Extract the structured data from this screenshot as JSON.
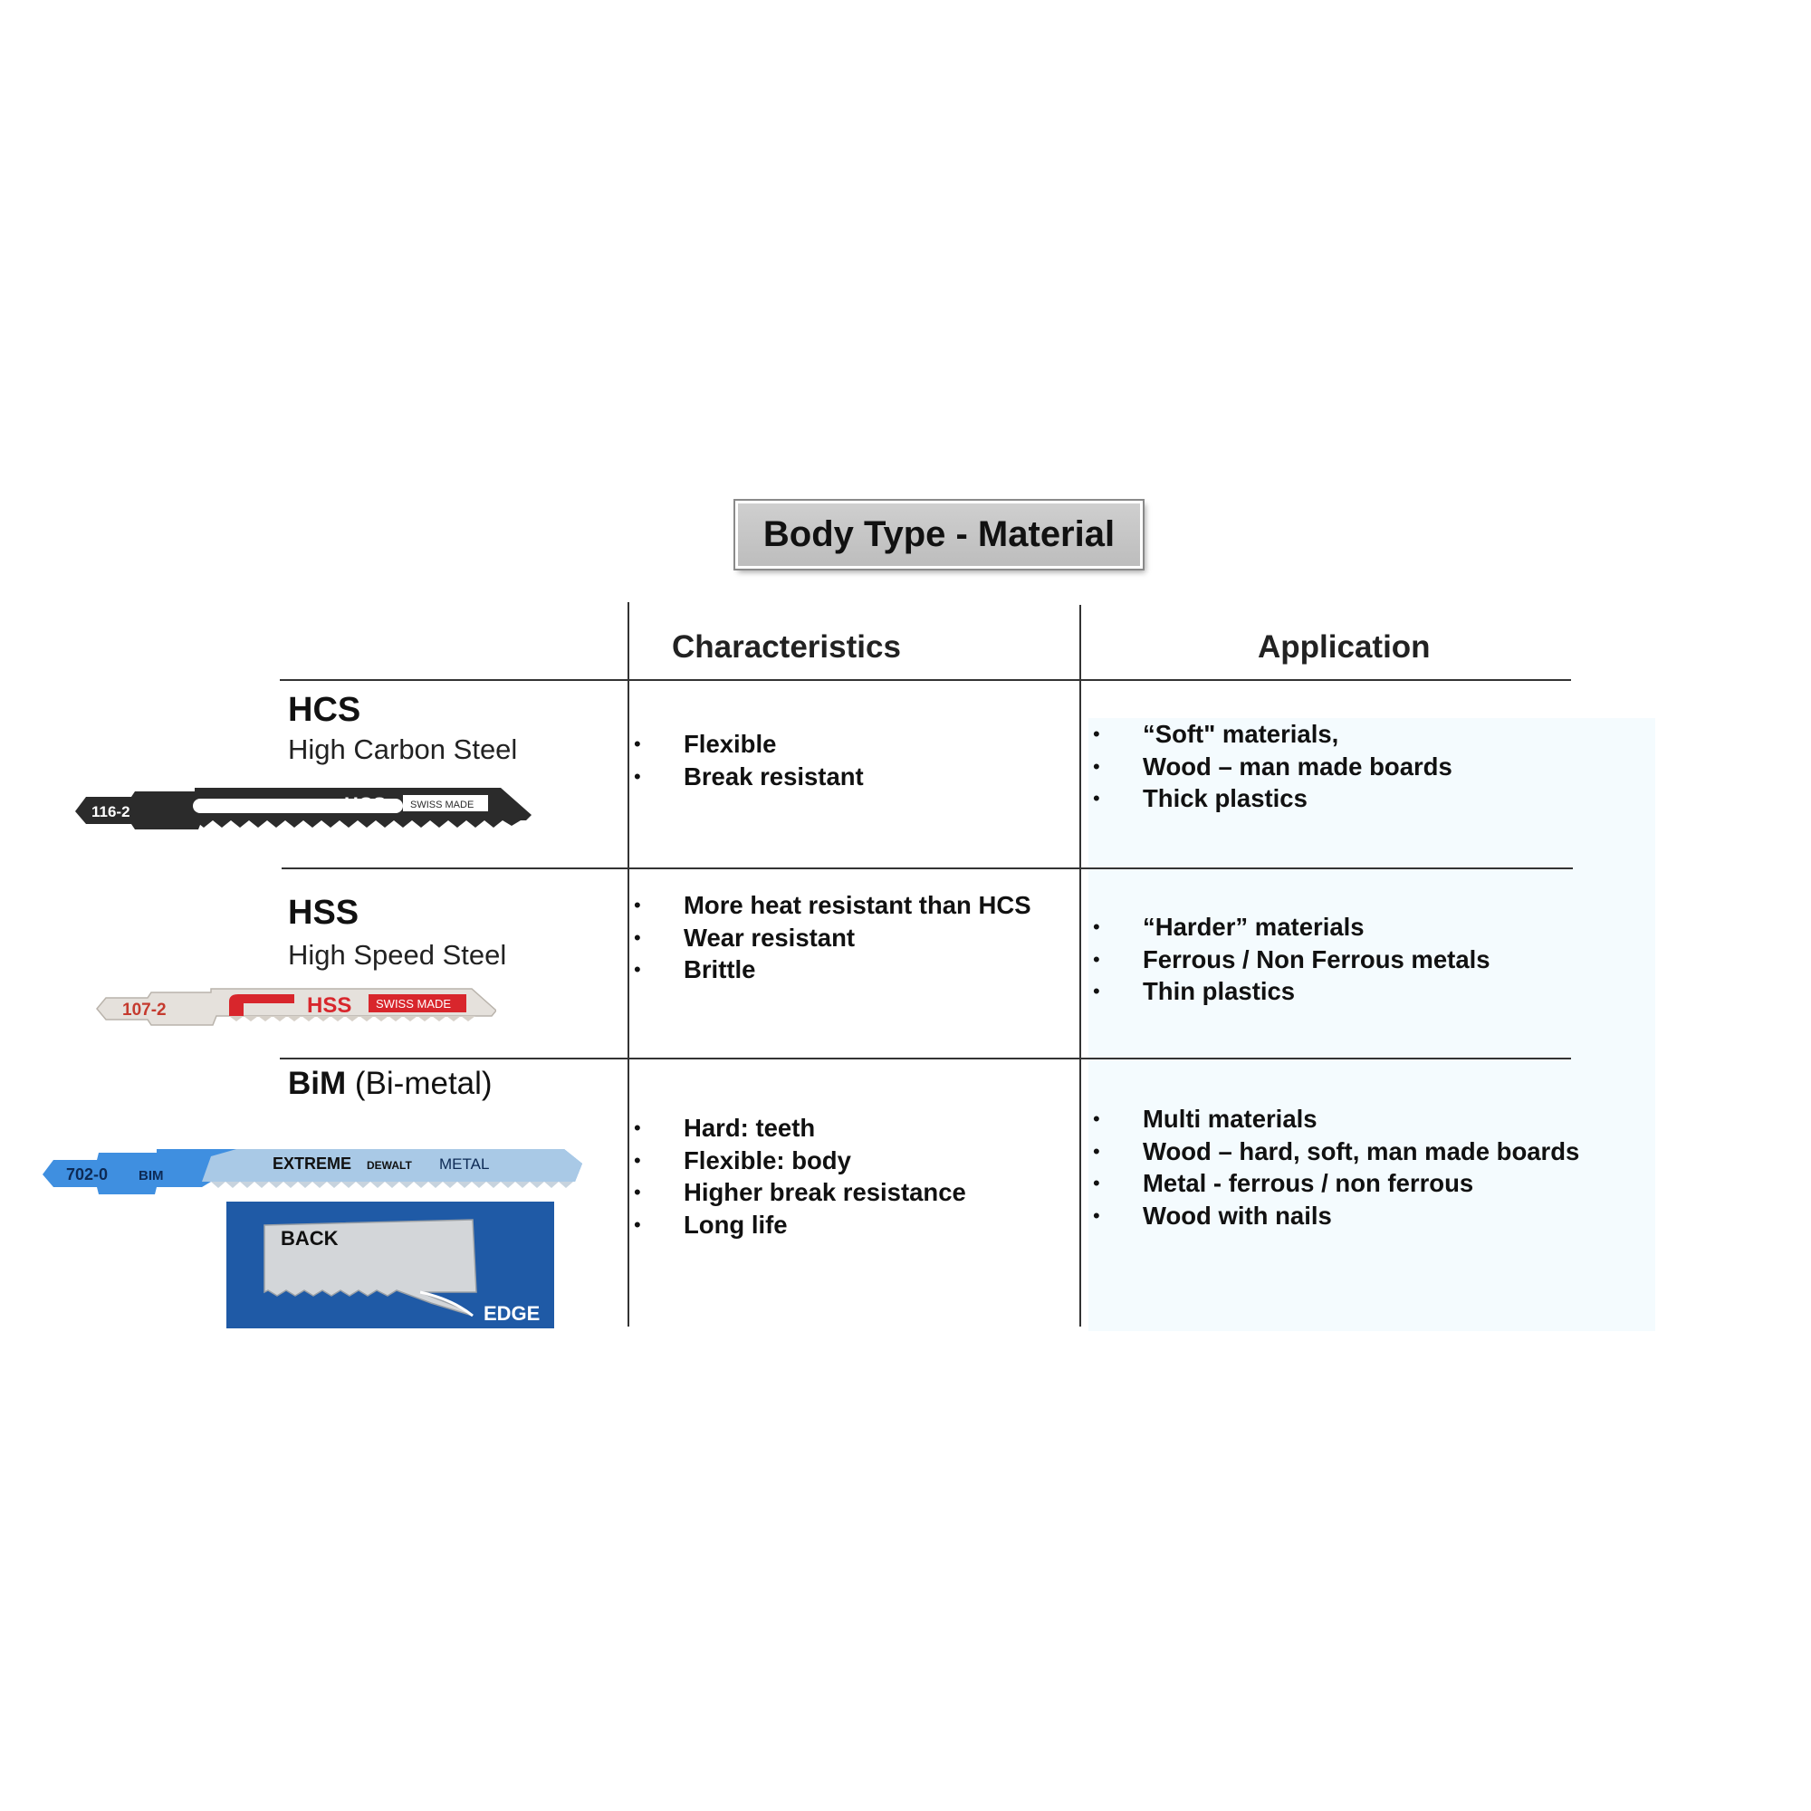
{
  "title": "Body Type - Material",
  "columns": {
    "characteristics": "Characteristics",
    "application": "Application"
  },
  "rows": [
    {
      "abbr": "HCS",
      "name": "High Carbon Steel",
      "blade": {
        "code": "116-2",
        "mark": "HCS",
        "tag": "SWISS MADE"
      },
      "characteristics": [
        "Flexible",
        "Break resistant"
      ],
      "application": [
        "“Soft\" materials,",
        "Wood – man made boards",
        "Thick plastics"
      ]
    },
    {
      "abbr": "HSS",
      "name": "High Speed Steel",
      "blade": {
        "code": "107-2",
        "mark": "HSS",
        "tag": "SWISS MADE"
      },
      "characteristics": [
        "More heat resistant than HCS",
        "Wear resistant",
        "Brittle"
      ],
      "application": [
        "“Harder” materials",
        "Ferrous / Non Ferrous metals",
        "Thin plastics"
      ]
    },
    {
      "abbr": "BiM",
      "name": "(Bi-metal)",
      "blade": {
        "code": "702-0",
        "mark": "BIM",
        "brand": "EXTREME",
        "maker": "DEWALT",
        "tag": "METAL"
      },
      "inset": {
        "back": "BACK",
        "edge": "EDGE"
      },
      "characteristics": [
        "Hard: teeth",
        "Flexible: body",
        "Higher break resistance",
        "Long life"
      ],
      "application": [
        "Multi materials",
        "Wood – hard, soft, man made boards",
        "Metal - ferrous / non ferrous",
        "Wood with nails"
      ]
    }
  ],
  "bullet_glyph": "•",
  "colors": {
    "title_bg": "#c4c4c4",
    "application_bg": "#f4fbfe",
    "hcs_blade": "#2b2b2b",
    "hss_accent": "#d8262c",
    "bim_blade": "#3f8fe0",
    "inset_bg": "#1f5aa6"
  }
}
